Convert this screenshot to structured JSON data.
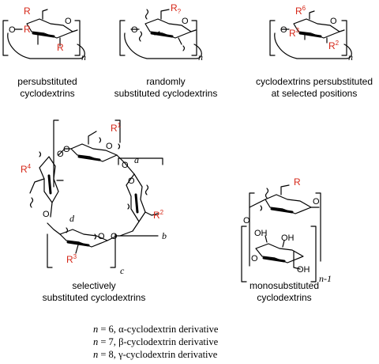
{
  "captions": {
    "persubstituted": [
      "persubstituted",
      "cyclodextrins"
    ],
    "randomly": [
      "randomly",
      "substituted cyclodextrins"
    ],
    "selected_positions": [
      "cyclodextrins persubstituted",
      "at selected positions"
    ],
    "selectively": [
      "selectively",
      "substituted cyclodextrins"
    ],
    "monosubstituted": [
      "monosubstituted",
      "cyclodextrins"
    ]
  },
  "labels": {
    "R": "R",
    "R_random": "R?",
    "R1": "R1",
    "R2": "R2",
    "R3": "R3",
    "R4": "R4",
    "R6": "R6",
    "O": "O",
    "OH": "OH",
    "n": "n",
    "n_minus_1": "n-1",
    "a": "a",
    "b": "b",
    "c": "c",
    "d": "d"
  },
  "legend": [
    {
      "n": "n",
      "eq": " = 6, ",
      "greek": "α",
      "text": "-cyclodextrin derivative"
    },
    {
      "n": "n",
      "eq": " = 7, ",
      "greek": "β",
      "text": "-cyclodextrin derivative"
    },
    {
      "n": "n",
      "eq": " = 8, ",
      "greek": "γ",
      "text": "-cyclodextrin derivative"
    }
  ],
  "colors": {
    "substituent": "#d62718",
    "line": "#000000"
  }
}
